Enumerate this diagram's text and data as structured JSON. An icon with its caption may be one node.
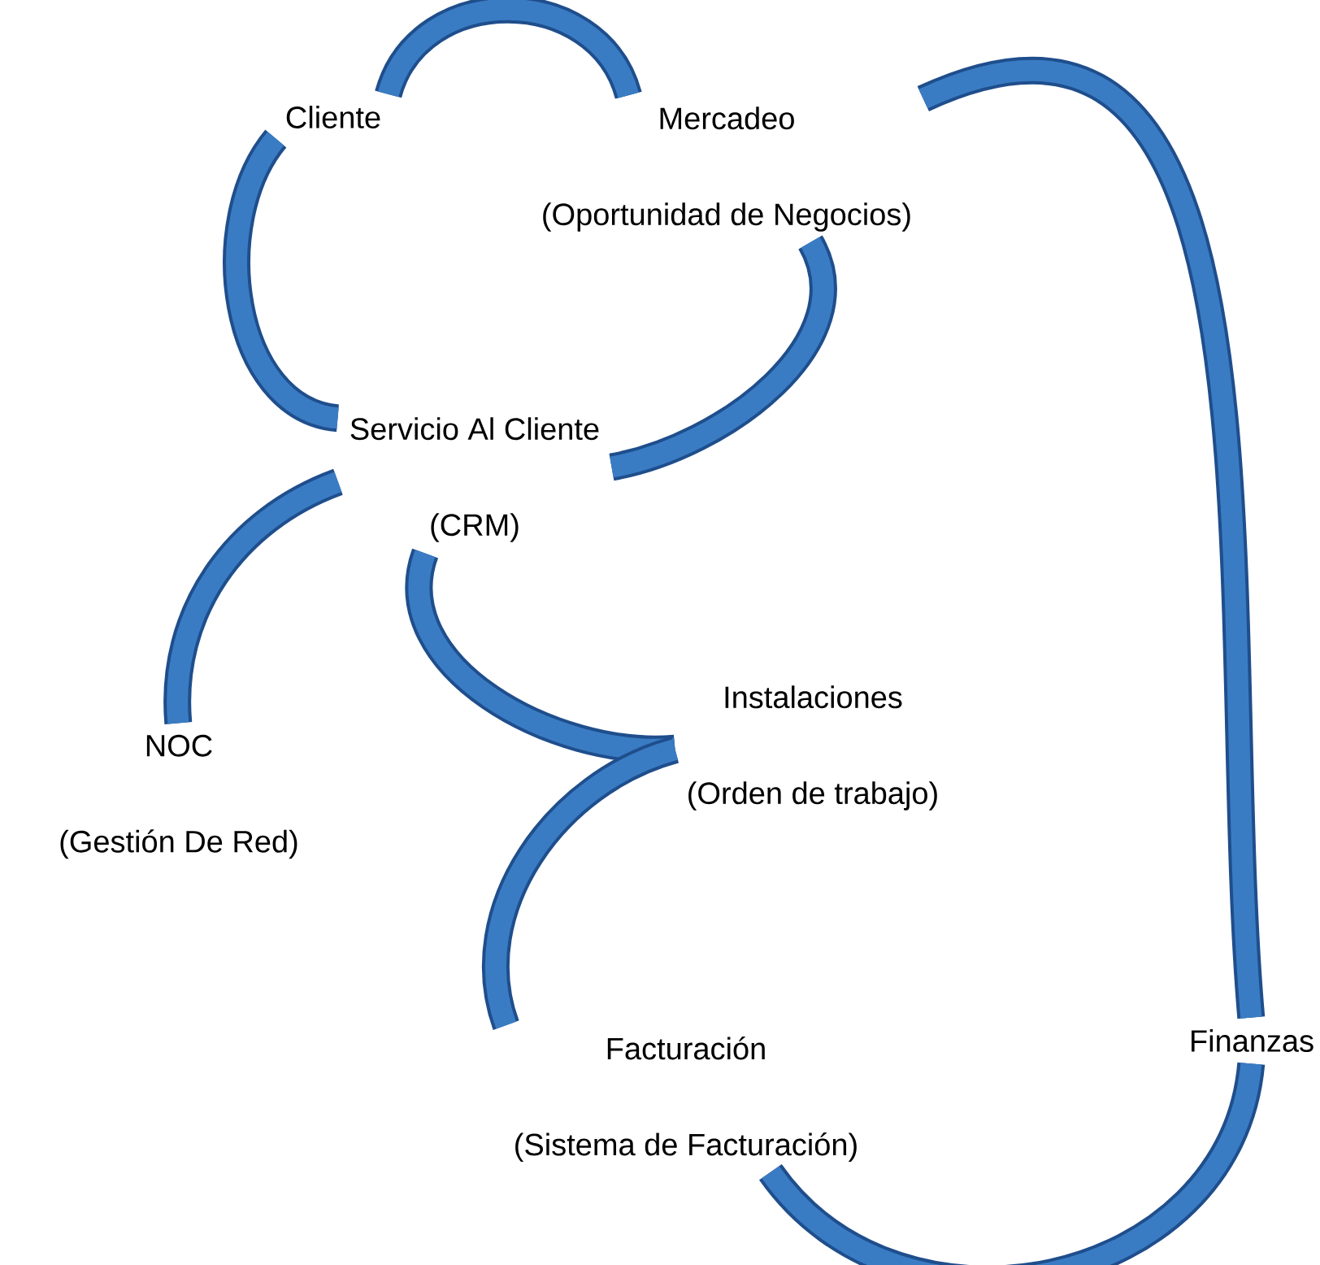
{
  "diagram": {
    "nodes": [
      {
        "text": [
          "Cliente"
        ]
      },
      {
        "text": [
          "Mercadeo",
          "(Oportunidad de Negocios)"
        ]
      },
      {
        "text": [
          "Servicio Al Cliente",
          "(CRM)"
        ]
      },
      {
        "text": [
          "NOC",
          "(Gestión De Red)"
        ]
      },
      {
        "text": [
          "Instalaciones",
          "(Orden de trabajo)"
        ]
      },
      {
        "text": [
          "Facturación",
          "(Sistema de Facturación)"
        ]
      },
      {
        "text": [
          "Finanzas"
        ]
      }
    ],
    "edges": [
      {
        "from": 0,
        "to": 1,
        "arrow": "none"
      },
      {
        "from": 0,
        "to": 2,
        "arrow": "none"
      },
      {
        "from": 1,
        "to": 2,
        "arrow": "none"
      },
      {
        "from": 1,
        "to": 6,
        "arrow": "none"
      },
      {
        "from": 2,
        "to": 3,
        "arrow": "none"
      },
      {
        "from": 2,
        "to": 4,
        "arrow": "none"
      },
      {
        "from": 4,
        "to": 5,
        "arrow": "none"
      },
      {
        "from": 6,
        "to": 5,
        "arrow": "none"
      }
    ]
  }
}
